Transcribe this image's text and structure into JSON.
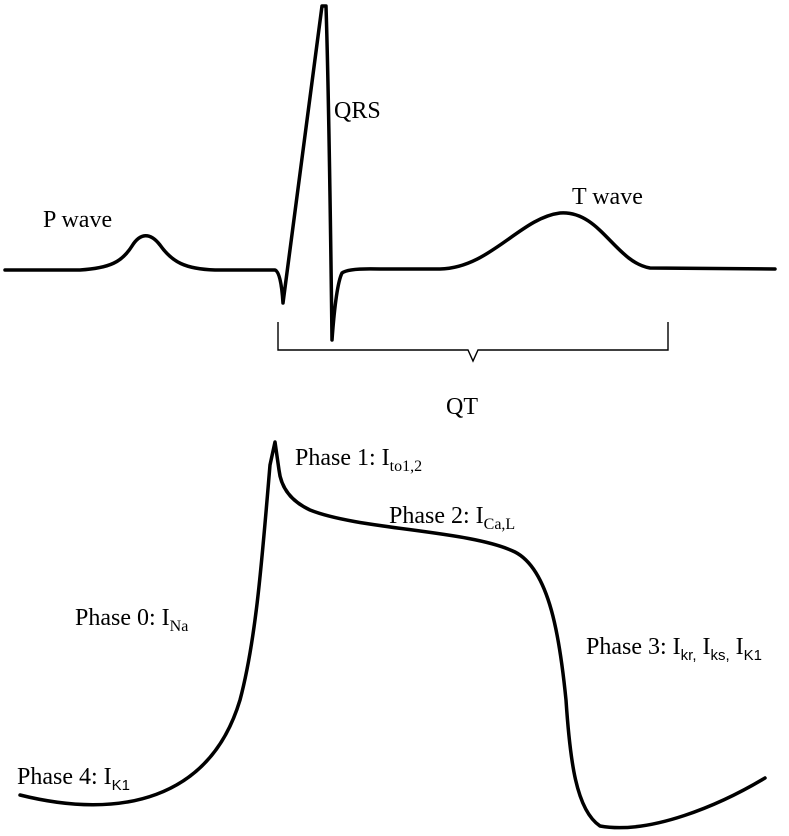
{
  "ecg": {
    "p_wave": "P wave",
    "qrs": "QRS",
    "t_wave": "T wave",
    "qt": "QT"
  },
  "action_potential": {
    "phase0": {
      "label": "Phase 0: I",
      "sub": "Na"
    },
    "phase1": {
      "label": "Phase 1: I",
      "sub": "to1,2"
    },
    "phase2": {
      "label": "Phase 2: I",
      "sub": "Ca,L"
    },
    "phase3": {
      "label": "Phase 3: I",
      "sub1": "kr,",
      "mid1": " I",
      "sub2": "ks,",
      "mid2": " I",
      "sub3": "K1"
    },
    "phase4": {
      "label": "Phase 4: I",
      "sub": "K1"
    }
  },
  "colors": {
    "stroke": "#000000",
    "background": "#ffffff"
  }
}
